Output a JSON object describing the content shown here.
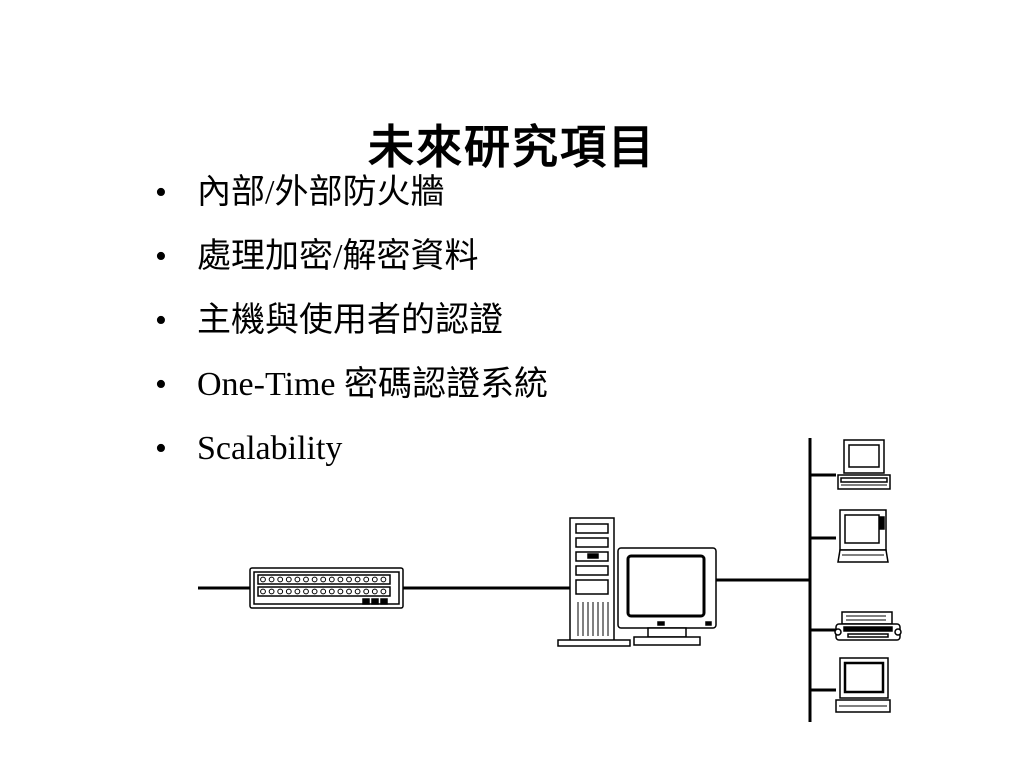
{
  "slide": {
    "title": "未來研究項目",
    "bullet_symbol": "•",
    "bullets": [
      "內部/外部防火牆",
      "處理加密/解密資料",
      "主機與使用者的認證",
      "One-Time 密碼認證系統",
      "Scalability"
    ]
  },
  "diagram": {
    "items": [
      "network-switch",
      "tower-server",
      "crt-monitor",
      "desktop-computer",
      "laptop",
      "dot-matrix-printer"
    ],
    "colors": {
      "line": "#000000",
      "fill": "#ffffff"
    }
  }
}
